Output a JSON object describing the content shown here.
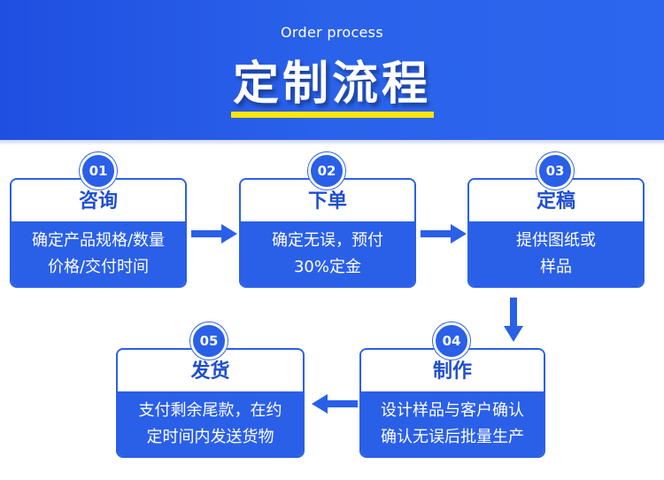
{
  "header": {
    "subtitle": "Order process",
    "title": "定制流程"
  },
  "steps": [
    {
      "number": "01",
      "title": "咨询",
      "line1": "确定产品规格/数量",
      "line2": "价格/交付时间"
    },
    {
      "number": "02",
      "title": "下单",
      "line1": "确定无误，预付",
      "line2": "30%定金"
    },
    {
      "number": "03",
      "title": "定稿",
      "line1": "提供图纸或",
      "line2": "样品"
    },
    {
      "number": "04",
      "title": "制作",
      "line1": "设计样品与客户确认",
      "line2": "确认无误后批量生产"
    },
    {
      "number": "05",
      "title": "发货",
      "line1": "支付剩余尾款，在约",
      "line2": "定时间内发送货物"
    }
  ],
  "colors": {
    "primary": "#2a5fe8",
    "accent": "#ffe600",
    "title_text": "#1f4fcf"
  }
}
